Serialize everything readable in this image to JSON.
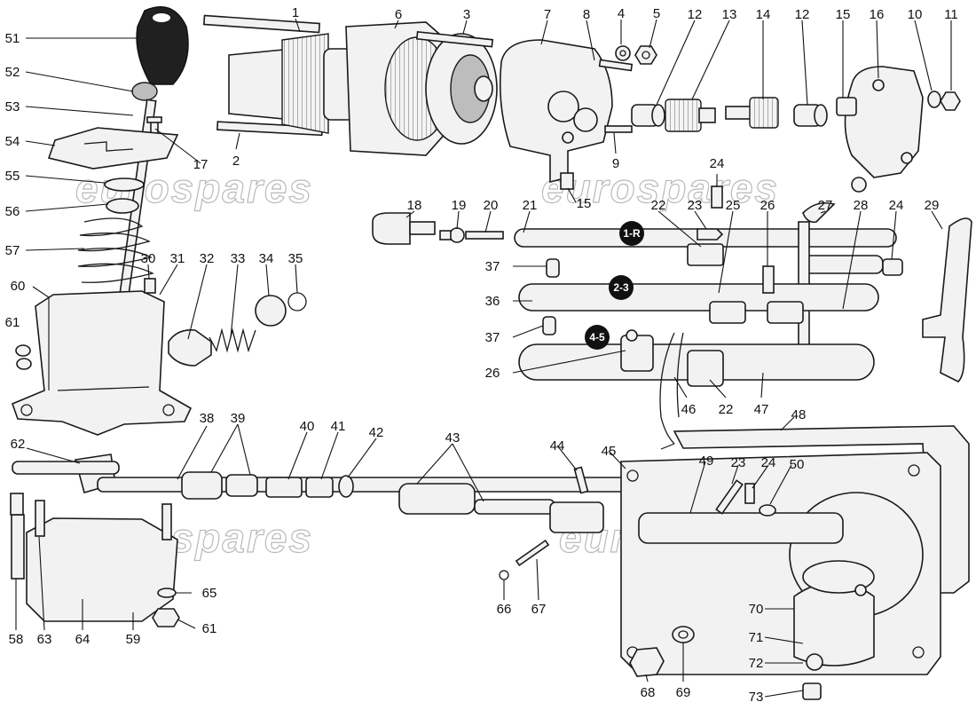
{
  "watermark": {
    "text": "eurospares"
  },
  "gear_badges": [
    {
      "id": "1r",
      "label": "1-R"
    },
    {
      "id": "23",
      "label": "2-3"
    },
    {
      "id": "45",
      "label": "4-5"
    }
  ],
  "callouts": [
    "1",
    "2",
    "3",
    "4",
    "5",
    "6",
    "7",
    "8",
    "9",
    "10",
    "11",
    "12",
    "12",
    "13",
    "14",
    "15",
    "15",
    "16",
    "17",
    "18",
    "19",
    "20",
    "21",
    "22",
    "22",
    "23",
    "23",
    "24",
    "24",
    "24",
    "25",
    "26",
    "26",
    "27",
    "28",
    "29",
    "30",
    "31",
    "32",
    "33",
    "34",
    "35",
    "36",
    "37",
    "37",
    "38",
    "39",
    "40",
    "41",
    "42",
    "43",
    "44",
    "45",
    "46",
    "47",
    "48",
    "49",
    "50",
    "51",
    "52",
    "53",
    "54",
    "55",
    "56",
    "57",
    "58",
    "59",
    "60",
    "61",
    "61",
    "62",
    "63",
    "64",
    "65",
    "66",
    "67",
    "68",
    "69",
    "70",
    "71",
    "72",
    "73"
  ]
}
